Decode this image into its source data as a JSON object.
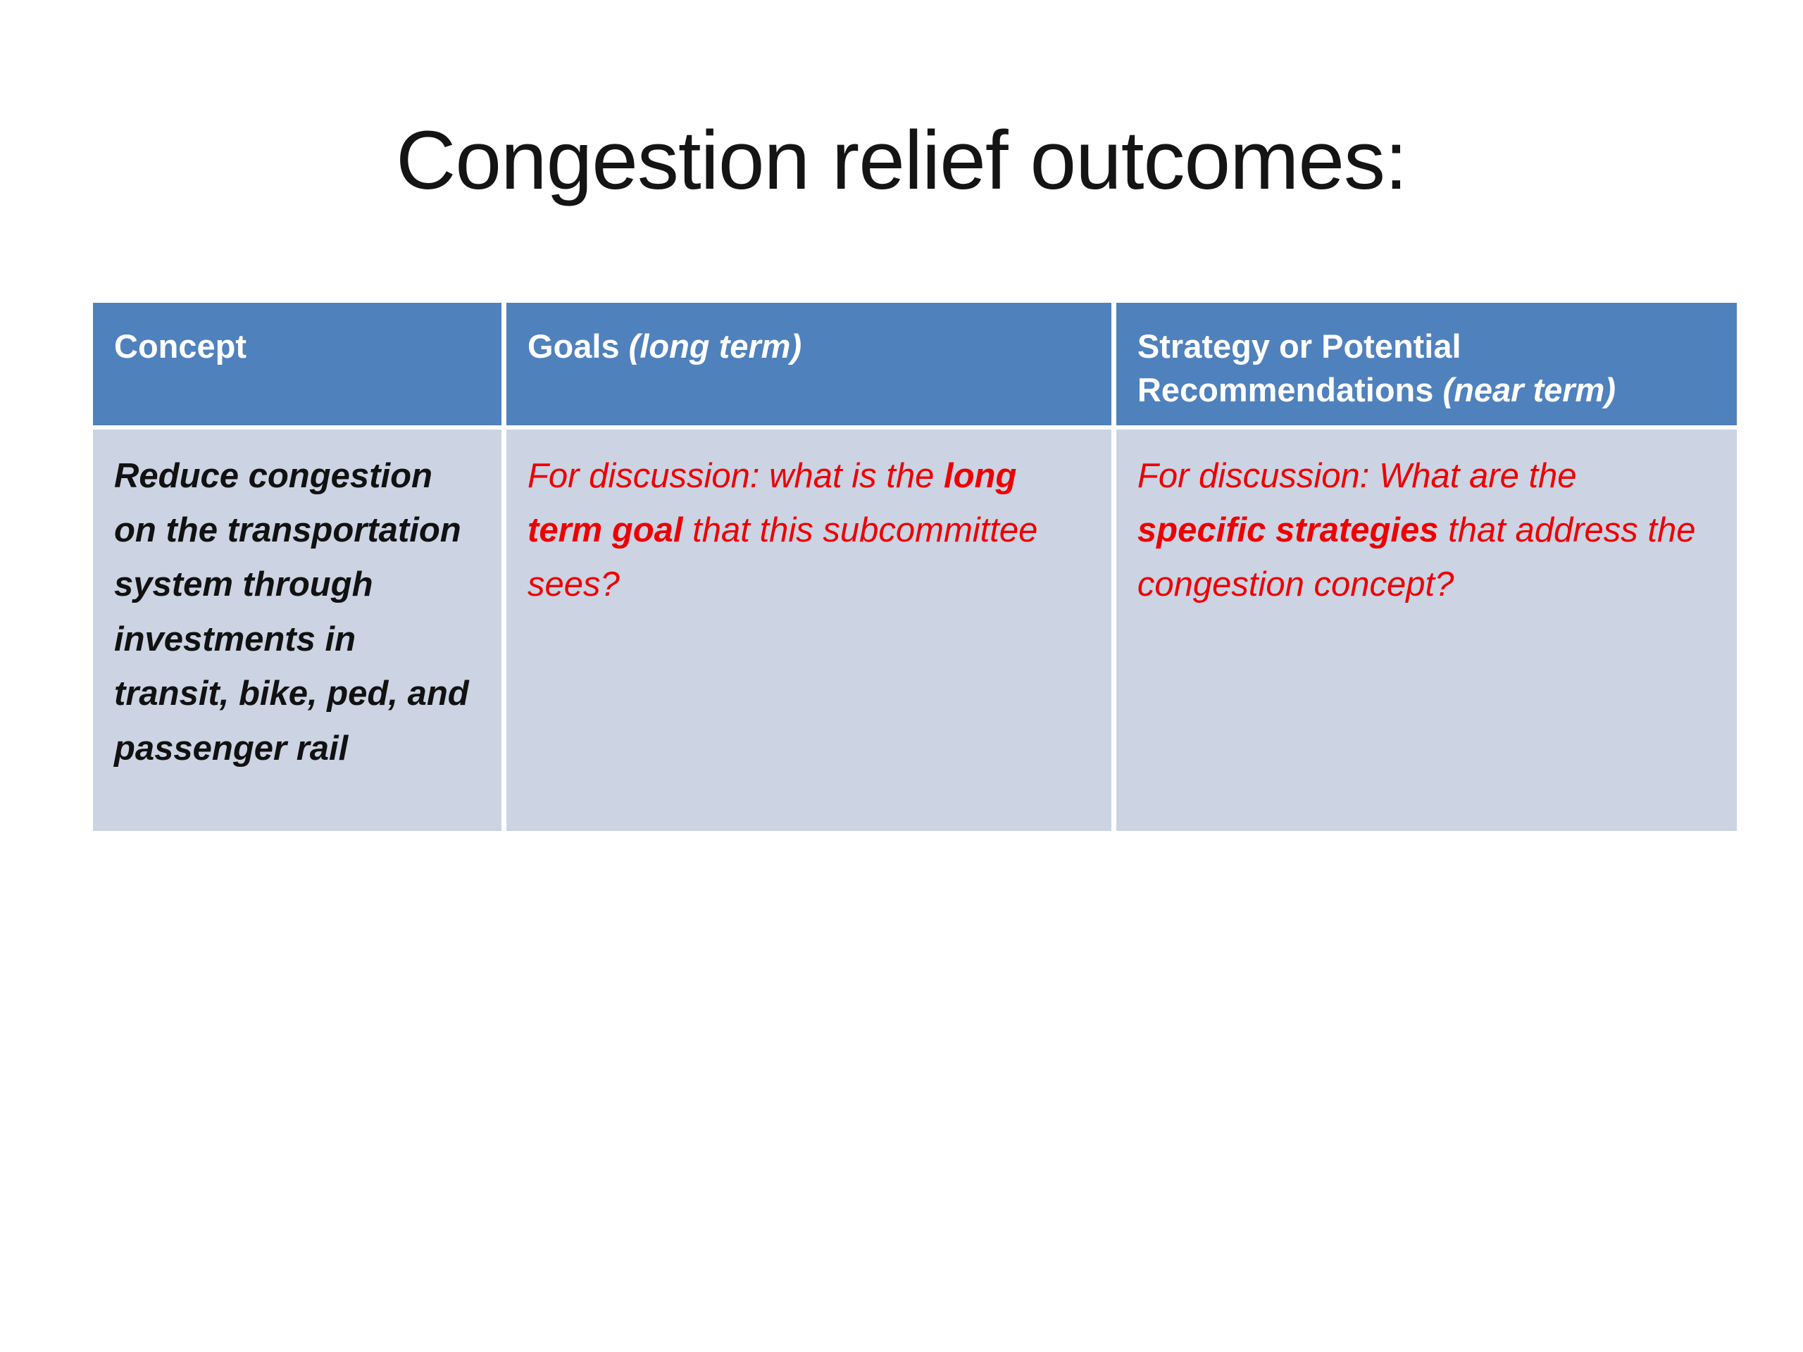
{
  "slide": {
    "title": "Congestion relief outcomes:"
  },
  "colors": {
    "header_bg": "#4f81bd",
    "body_bg": "#ccd3e3",
    "header_text": "#ffffff",
    "body_text": "#111111",
    "red_text": "#ee0000"
  },
  "table": {
    "headers": [
      {
        "label": "Concept",
        "term": ""
      },
      {
        "label": "Goals ",
        "term": "(long term)"
      },
      {
        "label": "Strategy or Potential Recommendations ",
        "term": "(near term)"
      }
    ],
    "row": {
      "concept": "Reduce congestion on the transportation system through investments in transit, bike, ped, and passenger rail",
      "goals": {
        "pre": "For discussion: what is the ",
        "emph": "long term goal",
        "post": " that this subcommittee sees?"
      },
      "strategy": {
        "pre": "For discussion: What are the ",
        "emph": "specific strategies",
        "post": " that address the congestion concept?"
      }
    }
  }
}
